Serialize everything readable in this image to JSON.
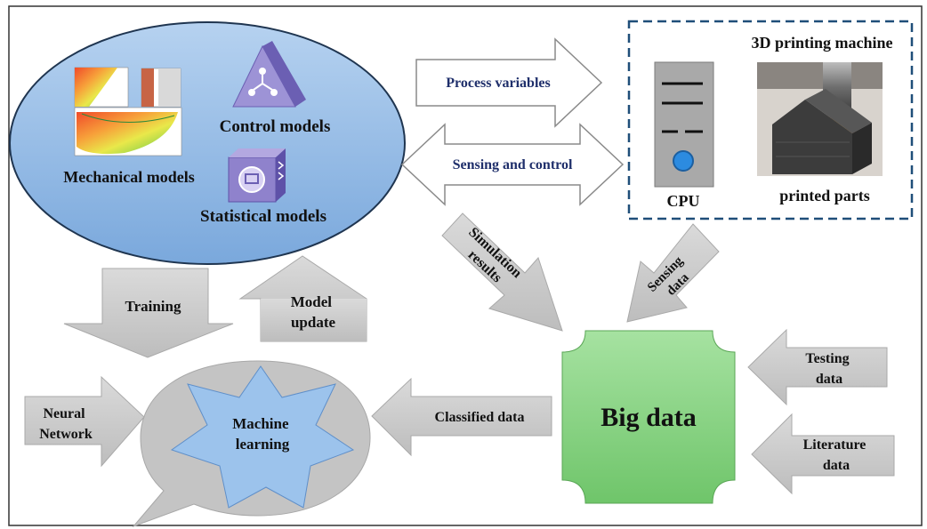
{
  "models": {
    "mechanical": "Mechanical models",
    "control": "Control models",
    "statistical": "Statistical models"
  },
  "links": {
    "process_variables": "Process variables",
    "sensing_and_control": "Sensing and control"
  },
  "machine_box": {
    "title": "3D printing machine",
    "cpu": "CPU",
    "printed_parts": "printed parts"
  },
  "flows": {
    "simulation_results": [
      "Simulation",
      "results"
    ],
    "sensing_data": [
      "Sensing",
      "data"
    ],
    "training": "Training",
    "model_update": [
      "Model",
      "update"
    ],
    "classified_data": "Classified data",
    "testing_data": [
      "Testing",
      "data"
    ],
    "literature_data": [
      "Literature",
      "data"
    ],
    "neural_network": [
      "Neural",
      "Network"
    ]
  },
  "hubs": {
    "big_data": "Big data",
    "machine_learning": [
      "Machine",
      "learning"
    ]
  },
  "colors": {
    "ellipse_fill": "#8fb9e4",
    "grey_arrow": "#c9c9c9",
    "big_data_fill": "#8ed68a",
    "machine_learning_fill": "#9cc3ec",
    "label_blue": "#1f2f6b",
    "dashed_border": "#1f4e79"
  }
}
